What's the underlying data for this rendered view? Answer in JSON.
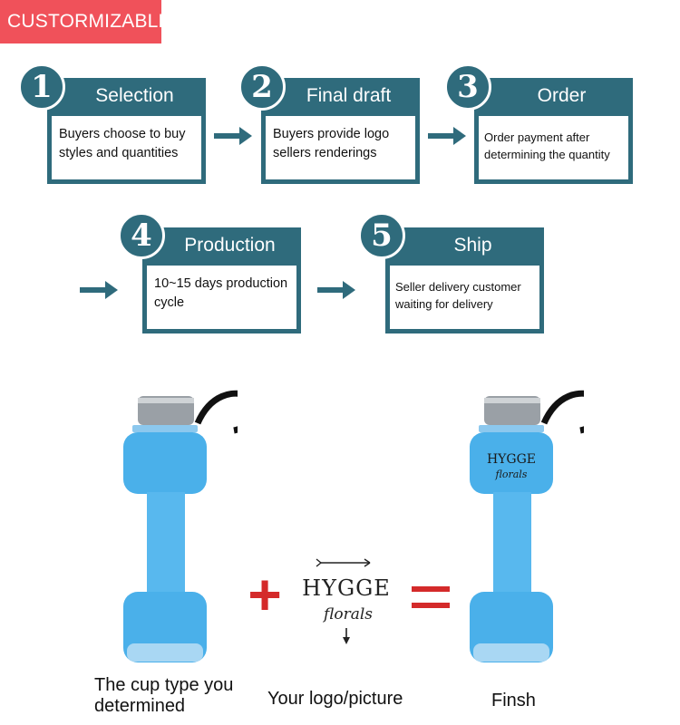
{
  "banner": {
    "label": "CUSTORMIZABLE",
    "color": "#f0515a"
  },
  "steps": [
    {
      "number": "1",
      "title": "Selection",
      "body": "Buyers choose to buy styles and quantities"
    },
    {
      "number": "2",
      "title": "Final draft",
      "body": "Buyers provide logo sellers renderings"
    },
    {
      "number": "3",
      "title": "Order",
      "body": "Order payment after determining the quantity"
    },
    {
      "number": "4",
      "title": "Production",
      "body": "10~15 days production cycle"
    },
    {
      "number": "5",
      "title": "Ship",
      "body": "Seller delivery customer waiting for delivery"
    }
  ],
  "theme": {
    "teal": "#2f6b7c",
    "bottle_blue": "#4ab0ea",
    "operator_red": "#d42a2a"
  },
  "logo": {
    "line1": "HYGGE",
    "line2": "florals"
  },
  "operators": {
    "plus": "+",
    "equals": "="
  },
  "captions": {
    "cup": "The cup type you determined",
    "logo": "Your logo/picture",
    "finish": "Finsh"
  }
}
